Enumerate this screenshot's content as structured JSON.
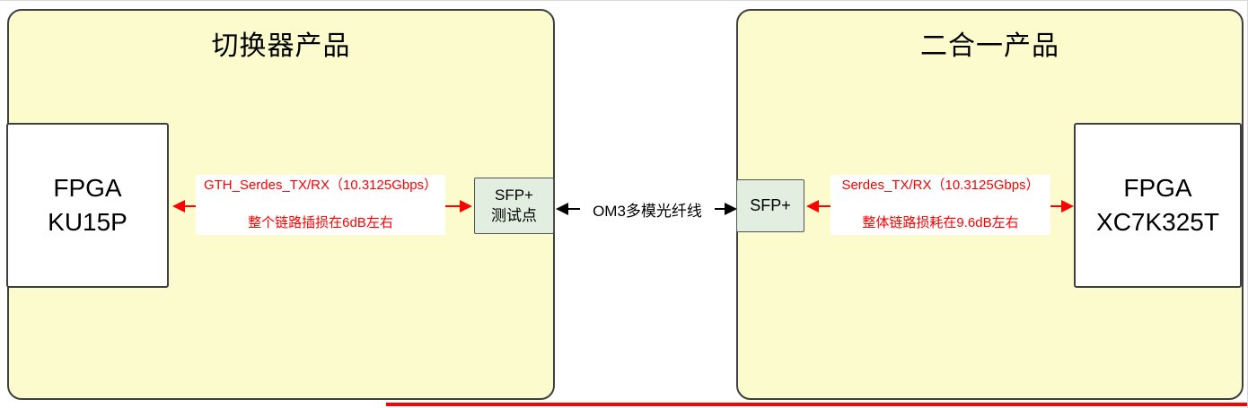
{
  "colors": {
    "panel_fill": "#FBFBCE",
    "panel_border": "#3F3F3F",
    "sfp_fill": "#E2EEDF",
    "accent_red": "#FF0000",
    "text_black": "#000000"
  },
  "left_panel": {
    "title": "切换器产品",
    "fpga": {
      "line1": "FPGA",
      "line2": "KU15P"
    },
    "link": {
      "label_top": "GTH_Serdes_TX/RX（10.3125Gbps）",
      "label_bottom": "整个链路插损在6dB左右"
    },
    "sfp": {
      "line1": "SFP+",
      "line2": "测试点"
    }
  },
  "fiber_link": {
    "label": "OM3多模光纤线"
  },
  "right_panel": {
    "title": "二合一产品",
    "sfp": {
      "line1": "SFP+"
    },
    "link": {
      "label_top": "Serdes_TX/RX（10.3125Gbps）",
      "label_bottom": "整体链路损耗在9.6dB左右"
    },
    "fpga": {
      "line1": "FPGA",
      "line2": "XC7K325T"
    }
  }
}
